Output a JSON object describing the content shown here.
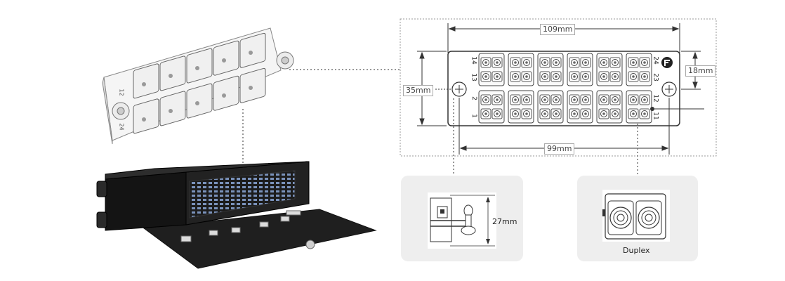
{
  "dimensions": {
    "width_label": "109mm",
    "hole_spacing_label": "99mm",
    "height_label": "35mm",
    "row_pitch_label": "18mm",
    "depth_label": "27mm"
  },
  "port_numbers": {
    "left_top": [
      "14",
      "13"
    ],
    "left_bottom": [
      "2",
      "1"
    ],
    "right_top": [
      "24",
      "23"
    ],
    "right_bottom": [
      "12",
      "11"
    ]
  },
  "front_photo_numbers": {
    "left": "12",
    "bottom": "24"
  },
  "adapter_type_label": "Duplex",
  "colors": {
    "card_bg": "#eeeeee",
    "chassis": "#1a1a1a",
    "fiber_blue": "#6f86b0",
    "line": "#555555"
  }
}
